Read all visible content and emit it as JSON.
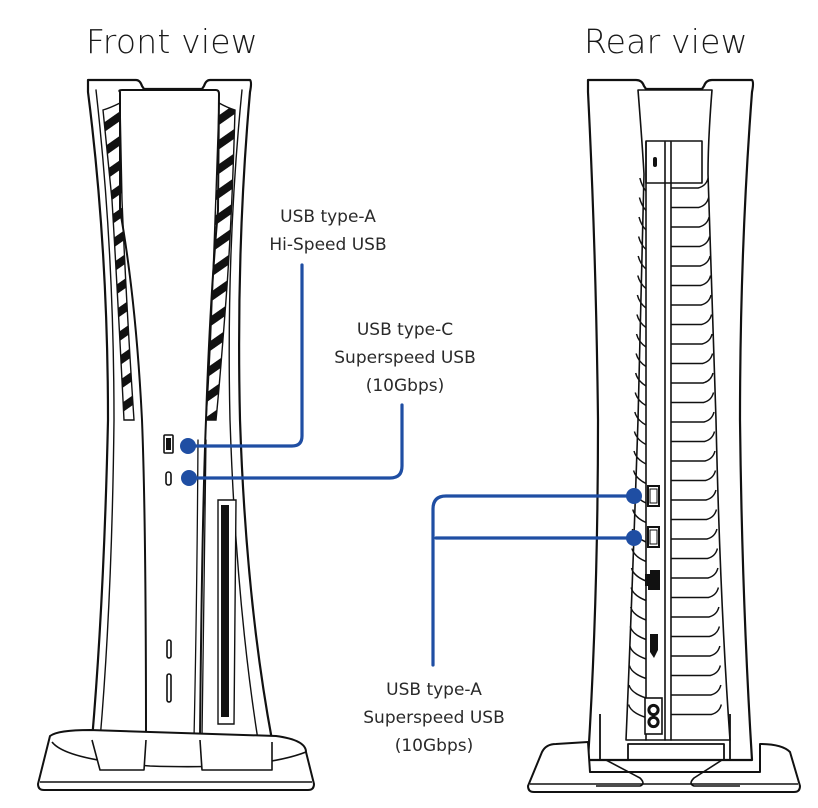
{
  "titles": {
    "front": "Front view",
    "rear": "Rear view"
  },
  "callouts": {
    "front_usb_a": {
      "line1": "USB type-A",
      "line2": "Hi-Speed USB"
    },
    "front_usb_c": {
      "line1": "USB type-C",
      "line2": "Superspeed USB",
      "line3": "(10Gbps)"
    },
    "rear_usb_a": {
      "line1": "USB type-A",
      "line2": "Superspeed USB",
      "line3": "(10Gbps)"
    }
  },
  "colors": {
    "callout_line": "#1f4ea3",
    "outline": "#111111",
    "background": "#ffffff"
  },
  "ports": {
    "front": [
      "USB type-A (Hi-Speed)",
      "USB type-C (Superspeed 10Gbps)"
    ],
    "rear": [
      "USB type-A (Superspeed 10Gbps)",
      "USB type-A (Superspeed 10Gbps)",
      "LAN",
      "HDMI",
      "AC IN"
    ]
  }
}
